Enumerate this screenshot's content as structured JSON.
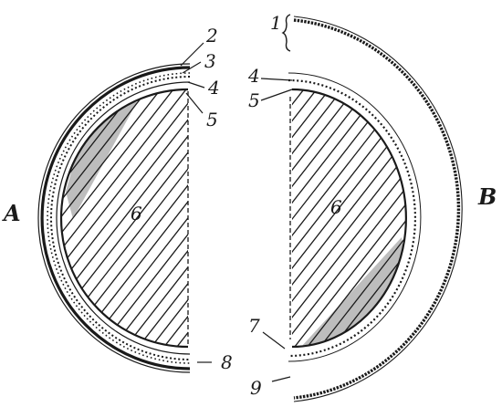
{
  "figure": {
    "left_label": "A",
    "right_label": "B",
    "numbers": {
      "n1": "1",
      "n2": "2",
      "n3": "3",
      "n4_left": "4",
      "n5_left": "5",
      "n6_left": "6",
      "n4_right": "4",
      "n5_right": "5",
      "n6_right": "6",
      "n7": "7",
      "n8": "8",
      "n9": "9"
    },
    "colors": {
      "ink": "#1a1a1a",
      "shade": "#bdbdbd",
      "paper": "#ffffff"
    }
  }
}
